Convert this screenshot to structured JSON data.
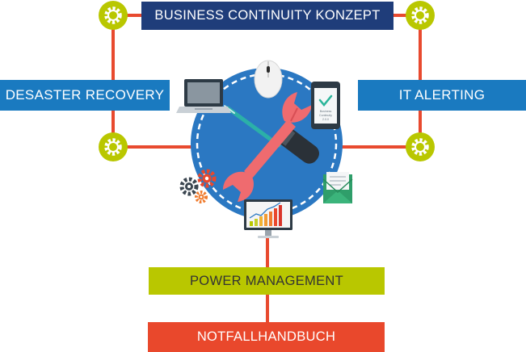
{
  "colors": {
    "red_line": "#e84a2f",
    "dark_blue": "#1f3d7a",
    "mid_blue": "#1a7ac0",
    "circle_blue": "#2b78c2",
    "lime": "#b9c700",
    "lime_dark": "#9fb000",
    "orange_red": "#e9482c",
    "white": "#ffffff"
  },
  "boxes": {
    "top": {
      "label": "BUSINESS CONTINUITY KONZEPT",
      "color": "#1f3d7a"
    },
    "left": {
      "label": "DESASTER RECOVERY",
      "color": "#1a7ac0"
    },
    "right": {
      "label": "IT ALERTING",
      "color": "#1a7ac0"
    },
    "power": {
      "label": "POWER MANAGEMENT",
      "color": "#b9c700"
    },
    "notfall": {
      "label": "NOTFALLHANDBUCH",
      "color": "#e9482c"
    }
  },
  "phone": {
    "line1": "Business",
    "line2": "Continuity",
    "line3": "2.0.0"
  },
  "icons": [
    "gear-icon",
    "laptop-icon",
    "mouse-icon",
    "smartphone-icon",
    "wrench-icon",
    "screwdriver-icon",
    "mail-icon",
    "monitor-chart-icon",
    "cogs-icon"
  ]
}
